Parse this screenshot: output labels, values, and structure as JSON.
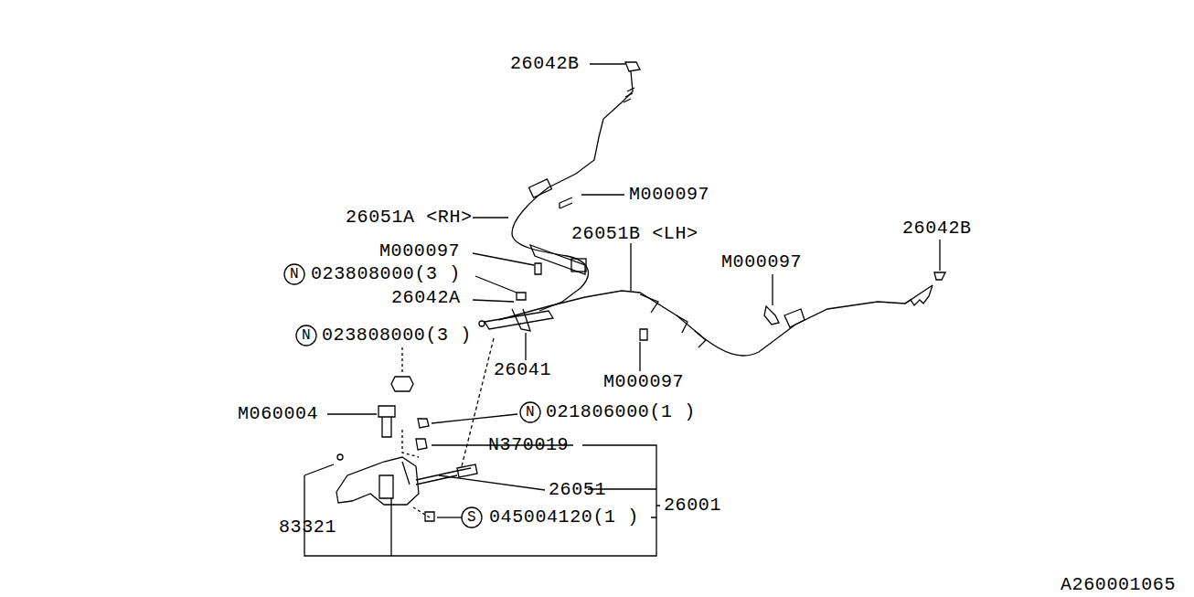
{
  "diagram": {
    "labels": [
      "26042B",
      "M000097",
      "26051A <RH>",
      "26051B <LH>",
      "26042B",
      "M000097",
      "M000097",
      "N",
      "023808000(3 )",
      "26042A",
      "N",
      "023808000(3 )",
      "26041",
      "M000097",
      "M060004",
      "N",
      "021806000(1 )",
      "N370019",
      "26051",
      "26001",
      "S",
      "045004120(1 )",
      "83321",
      "A260001065"
    ]
  }
}
